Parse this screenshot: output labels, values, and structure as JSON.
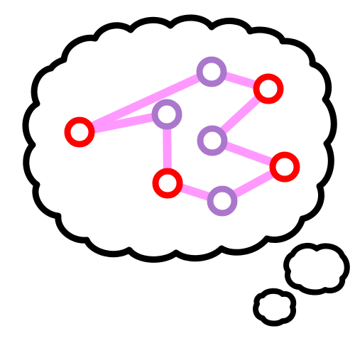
{
  "colors": {
    "background": "#ffffff",
    "outline": "#000000",
    "edge": "#ff99ff",
    "node_red": "#ff0000",
    "node_purple": "#aa77cc",
    "node_fill": "#ffffff"
  },
  "graph": {
    "nodes": [
      {
        "id": "a",
        "color": "node_red"
      },
      {
        "id": "b",
        "color": "node_purple"
      },
      {
        "id": "c",
        "color": "node_red"
      },
      {
        "id": "d",
        "color": "node_purple"
      },
      {
        "id": "e",
        "color": "node_red"
      },
      {
        "id": "f",
        "color": "node_purple"
      },
      {
        "id": "g",
        "color": "node_purple"
      },
      {
        "id": "h",
        "color": "node_red"
      }
    ],
    "edges": [
      [
        "a",
        "b"
      ],
      [
        "a",
        "f"
      ],
      [
        "b",
        "c"
      ],
      [
        "c",
        "d"
      ],
      [
        "d",
        "e"
      ],
      [
        "e",
        "g"
      ],
      [
        "g",
        "h"
      ],
      [
        "h",
        "f"
      ]
    ]
  }
}
